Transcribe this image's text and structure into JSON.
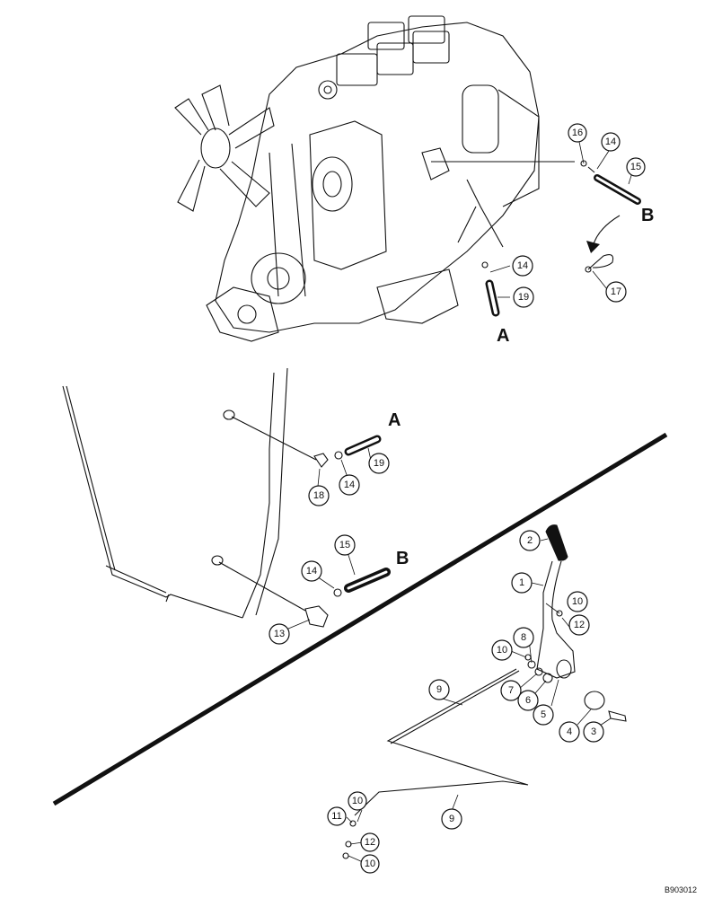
{
  "drawing_ref": "B903012",
  "connection_letters": [
    "A",
    "B"
  ],
  "callouts": [
    {
      "id": "c16a",
      "label": "16"
    },
    {
      "id": "c14a",
      "label": "14"
    },
    {
      "id": "c15a",
      "label": "15"
    },
    {
      "id": "c14b",
      "label": "14"
    },
    {
      "id": "c19a",
      "label": "19"
    },
    {
      "id": "c17",
      "label": "17"
    },
    {
      "id": "c19b",
      "label": "19"
    },
    {
      "id": "c14c",
      "label": "14"
    },
    {
      "id": "c18",
      "label": "18"
    },
    {
      "id": "c15b",
      "label": "15"
    },
    {
      "id": "c14d",
      "label": "14"
    },
    {
      "id": "c13",
      "label": "13"
    },
    {
      "id": "c2",
      "label": "2"
    },
    {
      "id": "c1",
      "label": "1"
    },
    {
      "id": "c10a",
      "label": "10"
    },
    {
      "id": "c12a",
      "label": "12"
    },
    {
      "id": "c10b",
      "label": "10"
    },
    {
      "id": "c8",
      "label": "8"
    },
    {
      "id": "c7",
      "label": "7"
    },
    {
      "id": "c6",
      "label": "6"
    },
    {
      "id": "c5",
      "label": "5"
    },
    {
      "id": "c4",
      "label": "4"
    },
    {
      "id": "c3",
      "label": "3"
    },
    {
      "id": "c9a",
      "label": "9"
    },
    {
      "id": "c9b",
      "label": "9"
    },
    {
      "id": "c11",
      "label": "11"
    },
    {
      "id": "c10c",
      "label": "10"
    },
    {
      "id": "c12b",
      "label": "12"
    },
    {
      "id": "c10d",
      "label": "10"
    }
  ],
  "colors": {
    "ink": "#111111",
    "paper": "#ffffff"
  }
}
